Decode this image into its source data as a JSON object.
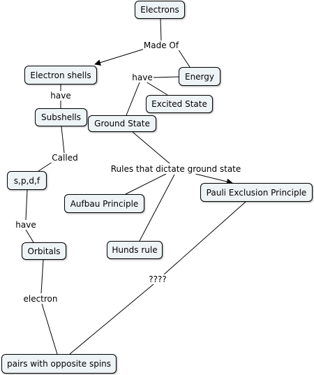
{
  "concepts": {
    "electrons": "Electrons",
    "electron_shells": "Electron shells",
    "energy": "Energy",
    "excited_state": "Excited State",
    "subshells": "Subshells",
    "ground_state": "Ground State",
    "spdf": "s,p,d,f",
    "pauli": "Pauli Exclusion Principle",
    "aufbau": "Aufbau Principle",
    "hunds": "Hunds rule",
    "orbitals": "Orbitals",
    "pairs": "pairs with opposite spins"
  },
  "linking_phrases": {
    "made_of": "Made Of",
    "have_shells": "have",
    "have_energy": "have",
    "called": "Called",
    "rules": "Rules that dictate ground state",
    "have_orbitals": "have",
    "question": "????",
    "electron": "electron"
  },
  "colors": {
    "node_fill": "#eef3f5",
    "node_border": "#000000",
    "line": "#000000"
  }
}
